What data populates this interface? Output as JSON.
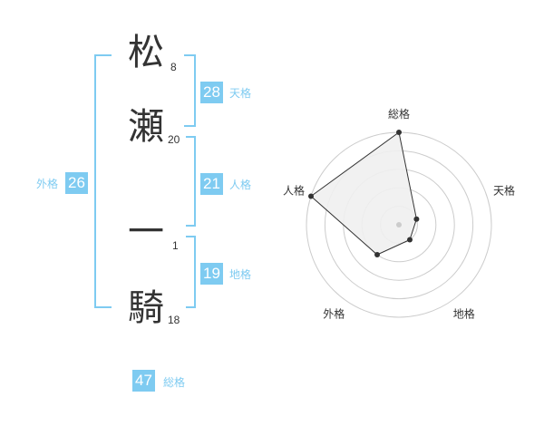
{
  "name": {
    "chars": [
      {
        "char": "松",
        "strokes": "8"
      },
      {
        "char": "瀬",
        "strokes": "20"
      },
      {
        "char": "一",
        "strokes": "1"
      },
      {
        "char": "騎",
        "strokes": "18"
      }
    ]
  },
  "fortunes": {
    "ten": {
      "value": "28",
      "label": "天格"
    },
    "jin": {
      "value": "21",
      "label": "人格"
    },
    "chi": {
      "value": "19",
      "label": "地格"
    },
    "gai": {
      "value": "26",
      "label": "外格"
    },
    "sou": {
      "value": "47",
      "label": "総格"
    }
  },
  "chart_data": {
    "type": "radar",
    "axes": [
      "総格",
      "天格",
      "地格",
      "外格",
      "人格"
    ],
    "values": [
      5,
      1,
      1,
      2,
      5
    ],
    "max": 5,
    "rings": 5,
    "colors": {
      "fill": "#f0f0f0",
      "line": "#333333",
      "ring": "#cccccc",
      "center": "#cccccc"
    }
  },
  "colors": {
    "accent": "#7ecbf1",
    "text": "#333333"
  }
}
